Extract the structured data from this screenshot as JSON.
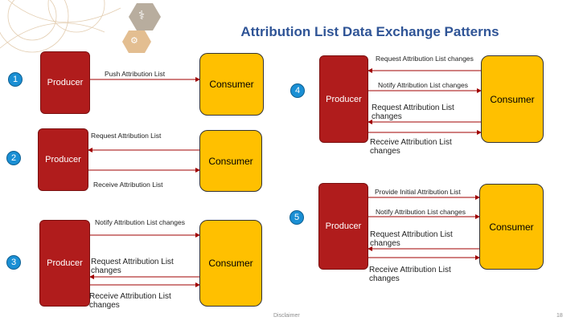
{
  "title": "Attribution List Data Exchange Patterns",
  "producer_label": "Producer",
  "consumer_label": "Consumer",
  "footer": {
    "disclaimer": "Disclaimer",
    "page_number": "18"
  },
  "colors": {
    "producer": "#b01c1c",
    "consumer": "#ffc000",
    "title": "#2f5496",
    "badge": "#1a8fd4",
    "arrow": "#a00000"
  },
  "patterns": [
    {
      "number": "1",
      "messages": [
        "Push Attribution List"
      ]
    },
    {
      "number": "2",
      "messages": [
        "Request Attribution List",
        "Receive Attribution List"
      ]
    },
    {
      "number": "3",
      "messages": [
        "Notify Attribution List changes",
        "Request Attribution List changes",
        "Receive Attribution List changes"
      ]
    },
    {
      "number": "4",
      "messages": [
        "Request Attribution List changes",
        "Notify Attribution List changes",
        "Request Attribution List changes",
        "Receive Attribution List changes"
      ]
    },
    {
      "number": "5",
      "messages": [
        "Provide Initial Attribution List",
        "Notify Attribution List changes",
        "Request Attribution List changes",
        "Receive Attribution List changes"
      ]
    }
  ]
}
